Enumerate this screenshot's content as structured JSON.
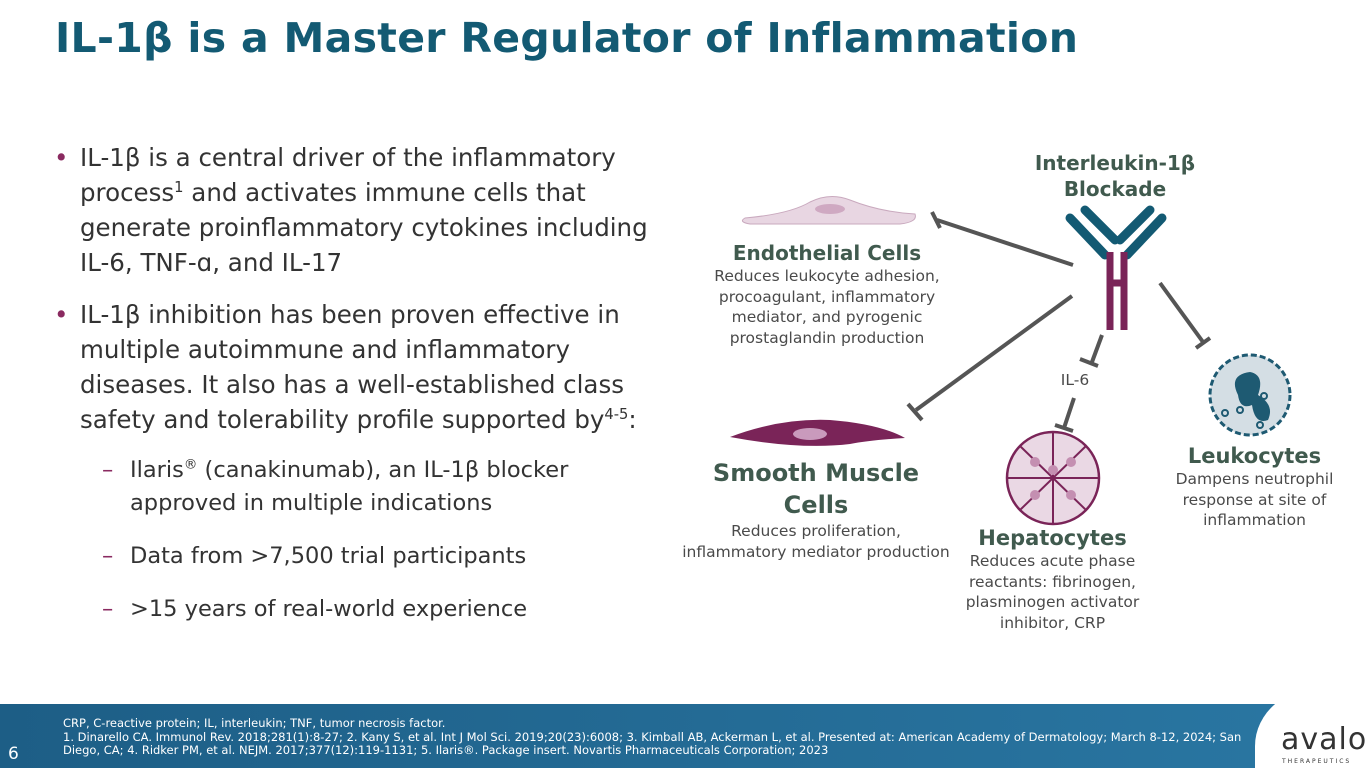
{
  "title": "IL-1β is a Master Regulator of Inflammation",
  "bullets": [
    {
      "text_a": "IL-1β is a central driver of the inflammatory process",
      "sup": "1",
      "text_b": " and activates immune cells that generate proinflammatory cytokines including IL-6, TNF-ɑ, and IL-17"
    },
    {
      "text_a": "IL-1β inhibition has been proven effective in multiple autoimmune and inflammatory diseases. It also has a well-established class safety and tolerability profile supported by",
      "sup": "4-5",
      "text_b": ":"
    }
  ],
  "sub_bullets": [
    {
      "a": "Ilaris",
      "sup": "®",
      "b": " (canakinumab), an IL-1β blocker approved in multiple indications"
    },
    {
      "a": "Data from >7,500 trial participants"
    },
    {
      "a": ">15 years of real-world experience"
    }
  ],
  "diagram": {
    "center": "Interleukin-1β Blockade",
    "il6": "IL-6",
    "endothelial": {
      "title": "Endothelial Cells",
      "desc": "Reduces leukocyte adhesion, procoagulant, inflammatory mediator, and pyrogenic prostaglandin production"
    },
    "smooth": {
      "title": "Smooth Muscle Cells",
      "desc": "Reduces proliferation, inflammatory mediator production"
    },
    "hepatocytes": {
      "title": "Hepatocytes",
      "desc": "Reduces acute phase reactants: fibrinogen, plasminogen activator inhibitor, CRP"
    },
    "leukocytes": {
      "title": "Leukocytes",
      "desc": "Dampens neutrophil response at site of inflammation"
    }
  },
  "footer": {
    "page": "6",
    "abbrev": "CRP, C-reactive protein; IL, interleukin; TNF, tumor necrosis factor.",
    "refs": "1. Dinarello CA. Immunol Rev. 2018;281(1):8-27; 2. Kany S, et al. Int J Mol Sci. 2019;20(23):6008; 3. Kimball AB, Ackerman L, et al. Presented at: American Academy of Dermatology; March 8-12, 2024; San Diego, CA; 4. Ridker PM, et al. NEJM. 2017;377(12):119-1131; 5. Ilaris®. Package insert. Novartis Pharmaceuticals Corporation; 2023"
  },
  "logo": {
    "word": "avalo",
    "sub": "THERAPEUTICS"
  }
}
